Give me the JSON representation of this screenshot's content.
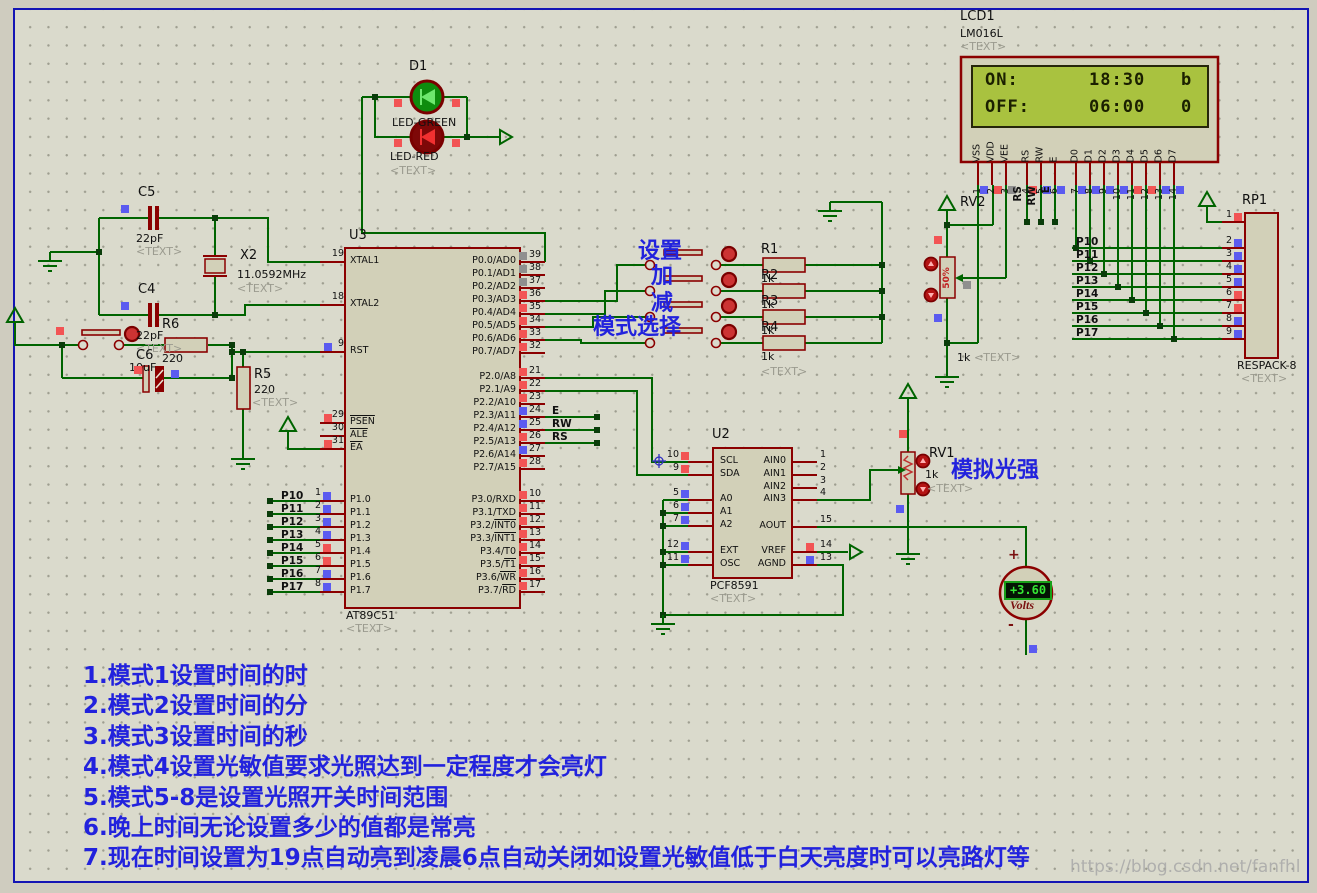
{
  "colors": {
    "wire": "#006400",
    "pin_stub": "#8b0000",
    "component_fill": "#d2d0b8",
    "lcd_screen": "#a9c23f",
    "annotation_blue": "#2222dd",
    "state_red": "#f25454",
    "state_blue": "#5b5bf0",
    "state_gray": "#8f8f8f"
  },
  "lcd": {
    "ref": "LCD1",
    "model": "LM016L",
    "placeholder": "<TEXT>",
    "screen": {
      "l1_label": "ON:",
      "l1_value": "18:30",
      "l1_flag": "b",
      "l2_label": "OFF:",
      "l2_value": "06:00",
      "l2_flag": "0"
    },
    "pins": [
      {
        "name": "VSS",
        "num": "1",
        "sq": "b"
      },
      {
        "name": "VDD",
        "num": "2",
        "sq": "r"
      },
      {
        "name": "VEE",
        "num": "3",
        "sq": "g"
      },
      {
        "name": "RS",
        "num": "4",
        "sq": "r"
      },
      {
        "name": "RW",
        "num": "5",
        "sq": "b"
      },
      {
        "name": "E",
        "num": "6",
        "sq": "b"
      },
      {
        "name": "D0",
        "num": "7",
        "sq": "b"
      },
      {
        "name": "D1",
        "num": "8",
        "sq": "b"
      },
      {
        "name": "D2",
        "num": "9",
        "sq": "b"
      },
      {
        "name": "D3",
        "num": "10",
        "sq": "b"
      },
      {
        "name": "D4",
        "num": "11",
        "sq": "r"
      },
      {
        "name": "D5",
        "num": "12",
        "sq": "r"
      },
      {
        "name": "D6",
        "num": "13",
        "sq": "b"
      },
      {
        "name": "D7",
        "num": "14",
        "sq": "b"
      }
    ],
    "ctl_net_labels": [
      "RS",
      "RW",
      "E"
    ]
  },
  "u3": {
    "ref": "U3",
    "part": "AT89C51",
    "placeholder": "<TEXT>",
    "ctl": [
      {
        "name": "XTAL1",
        "num": "19"
      },
      {
        "name": "XTAL2",
        "num": "18"
      },
      {
        "name": "RST",
        "num": "9"
      },
      {
        "pre": "",
        "ovp": "PSEN",
        "num": "29"
      },
      {
        "pre": "",
        "ovp": "ALE",
        "num": "30"
      },
      {
        "pre": "",
        "ovp": "EA",
        "num": "31"
      }
    ],
    "p1": [
      {
        "name": "P1.0",
        "num": "1",
        "sq": "b"
      },
      {
        "name": "P1.1",
        "num": "2",
        "sq": "b"
      },
      {
        "name": "P1.2",
        "num": "3",
        "sq": "b"
      },
      {
        "name": "P1.3",
        "num": "4",
        "sq": "b"
      },
      {
        "name": "P1.4",
        "num": "5",
        "sq": "r"
      },
      {
        "name": "P1.5",
        "num": "6",
        "sq": "r"
      },
      {
        "name": "P1.6",
        "num": "7",
        "sq": "b"
      },
      {
        "name": "P1.7",
        "num": "8",
        "sq": "b"
      }
    ],
    "p0": [
      {
        "name": "P0.0/AD0",
        "num": "39",
        "sq": "g"
      },
      {
        "name": "P0.1/AD1",
        "num": "38",
        "sq": "g"
      },
      {
        "name": "P0.2/AD2",
        "num": "37",
        "sq": "g"
      },
      {
        "name": "P0.3/AD3",
        "num": "36",
        "sq": "r"
      },
      {
        "name": "P0.4/AD4",
        "num": "35",
        "sq": "r"
      },
      {
        "name": "P0.5/AD5",
        "num": "34",
        "sq": "r"
      },
      {
        "name": "P0.6/AD6",
        "num": "33",
        "sq": "r"
      },
      {
        "name": "P0.7/AD7",
        "num": "32",
        "sq": "r"
      }
    ],
    "p2": [
      {
        "name": "P2.0/A8",
        "num": "21",
        "sq": "r"
      },
      {
        "name": "P2.1/A9",
        "num": "22",
        "sq": "r"
      },
      {
        "name": "P2.2/A10",
        "num": "23",
        "sq": "r"
      },
      {
        "name": "P2.3/A11",
        "num": "24",
        "sq": "b"
      },
      {
        "name": "P2.4/A12",
        "num": "25",
        "sq": "b"
      },
      {
        "name": "P2.5/A13",
        "num": "26",
        "sq": "r"
      },
      {
        "name": "P2.6/A14",
        "num": "27",
        "sq": "b"
      },
      {
        "name": "P2.7/A15",
        "num": "28",
        "sq": "r"
      }
    ],
    "p3": [
      {
        "name": "P3.0/RXD",
        "num": "10",
        "sq": "r"
      },
      {
        "name": "P3.1/TXD",
        "num": "11",
        "sq": "r"
      },
      {
        "pre": "P3.2/",
        "ovp": "INT0",
        "num": "12",
        "sq": "r"
      },
      {
        "pre": "P3.3/",
        "ovp": "INT1",
        "num": "13",
        "sq": "r"
      },
      {
        "name": "P3.4/T0",
        "num": "14",
        "sq": "r"
      },
      {
        "pre": "P3.5/",
        "ovp": "T1",
        "num": "15",
        "sq": "r"
      },
      {
        "pre": "P3.6/",
        "ovp": "WR",
        "num": "16",
        "sq": "r"
      },
      {
        "pre": "P3.7/",
        "ovp": "RD",
        "num": "17",
        "sq": "r"
      }
    ]
  },
  "u2": {
    "ref": "U2",
    "part": "PCF8591",
    "placeholder": "<TEXT>",
    "left": [
      {
        "name": "SCL",
        "num": "10",
        "sq": "r"
      },
      {
        "name": "SDA",
        "num": "9",
        "sq": "r"
      },
      {
        "name": "A0",
        "num": "5",
        "sq": "b"
      },
      {
        "name": "A1",
        "num": "6",
        "sq": "b"
      },
      {
        "name": "A2",
        "num": "7",
        "sq": "b"
      },
      {
        "name": "EXT",
        "num": "12",
        "sq": "b"
      },
      {
        "name": "OSC",
        "num": "11",
        "sq": "b"
      }
    ],
    "right": [
      {
        "name": "AIN0",
        "num": "1"
      },
      {
        "name": "AIN1",
        "num": "2"
      },
      {
        "name": "AIN2",
        "num": "3"
      },
      {
        "name": "AIN3",
        "num": "4"
      },
      {
        "name": "AOUT",
        "num": "15"
      },
      {
        "name": "VREF",
        "num": "14",
        "sq": "r"
      },
      {
        "name": "AGND",
        "num": "13",
        "sq": "b"
      }
    ]
  },
  "rp1": {
    "ref": "RP1",
    "part": "RESPACK-8",
    "placeholder": "<TEXT>",
    "pins": [
      {
        "num": "1",
        "sq": "r"
      },
      {
        "num": "2",
        "sq": "b"
      },
      {
        "num": "3",
        "sq": "b"
      },
      {
        "num": "4",
        "sq": "b"
      },
      {
        "num": "5",
        "sq": "b"
      },
      {
        "num": "6",
        "sq": "r"
      },
      {
        "num": "7",
        "sq": "r"
      },
      {
        "num": "8",
        "sq": "b"
      },
      {
        "num": "9",
        "sq": "b"
      }
    ]
  },
  "parts": {
    "c5": {
      "ref": "C5",
      "value": "22pF",
      "placeholder": "<TEXT>"
    },
    "c4": {
      "ref": "C4",
      "value": "22pF",
      "placeholder": "<TEXT>"
    },
    "c6": {
      "ref": "C6",
      "value": "10uF"
    },
    "x2": {
      "ref": "X2",
      "value": "11.0592MHz",
      "placeholder": "<TEXT>"
    },
    "r6": {
      "ref": "R6",
      "value": "220"
    },
    "r5": {
      "ref": "R5",
      "value": "220",
      "placeholder": "<TEXT>"
    },
    "r_row": [
      {
        "ref": "R1",
        "value": "1k"
      },
      {
        "ref": "R2",
        "value": "1k"
      },
      {
        "ref": "R3",
        "value": "1k"
      },
      {
        "ref": "R4",
        "value": "1k"
      }
    ],
    "r_row_placeholder": "<TEXT>",
    "rv1": {
      "ref": "RV1",
      "value": "1k",
      "placeholder": "<TEXT>"
    },
    "rv2": {
      "ref": "RV2",
      "value": "1k",
      "placeholder": "<TEXT>",
      "pct": "50%"
    },
    "d1": {
      "ref": "D1",
      "green": "LED-GREEN",
      "red": "LED-RED",
      "placeholder": "<TEXT>"
    },
    "meter": {
      "value": "+3.60",
      "unit": "Volts",
      "plus": "+",
      "minus": "-"
    }
  },
  "nets": {
    "p1_labels": [
      "P10",
      "P11",
      "P12",
      "P13",
      "P14",
      "P15",
      "P16",
      "P17"
    ],
    "rail_labels": [
      "P10",
      "P11",
      "P12",
      "P13",
      "P14",
      "P15",
      "P16",
      "P17"
    ],
    "u3_ctl_labels": [
      "E",
      "RW",
      "RS"
    ]
  },
  "annotations": {
    "set": "设置",
    "inc": "加",
    "dec": "减",
    "mode": "模式选择",
    "light": "模拟光强"
  },
  "notes": [
    "1.模式1设置时间的时",
    "2.模式2设置时间的分",
    "3.模式3设置时间的秒",
    "4.模式4设置光敏值要求光照达到一定程度才会亮灯",
    "5.模式5-8是设置光照开关时间范围",
    "6.晚上时间无论设置多少的值都是常亮",
    "7.现在时间设置为19点自动亮到凌晨6点自动关闭如设置光敏值低于白天亮度时可以亮路灯等"
  ],
  "watermark": "https://blog.csdn.net/fanfhl"
}
